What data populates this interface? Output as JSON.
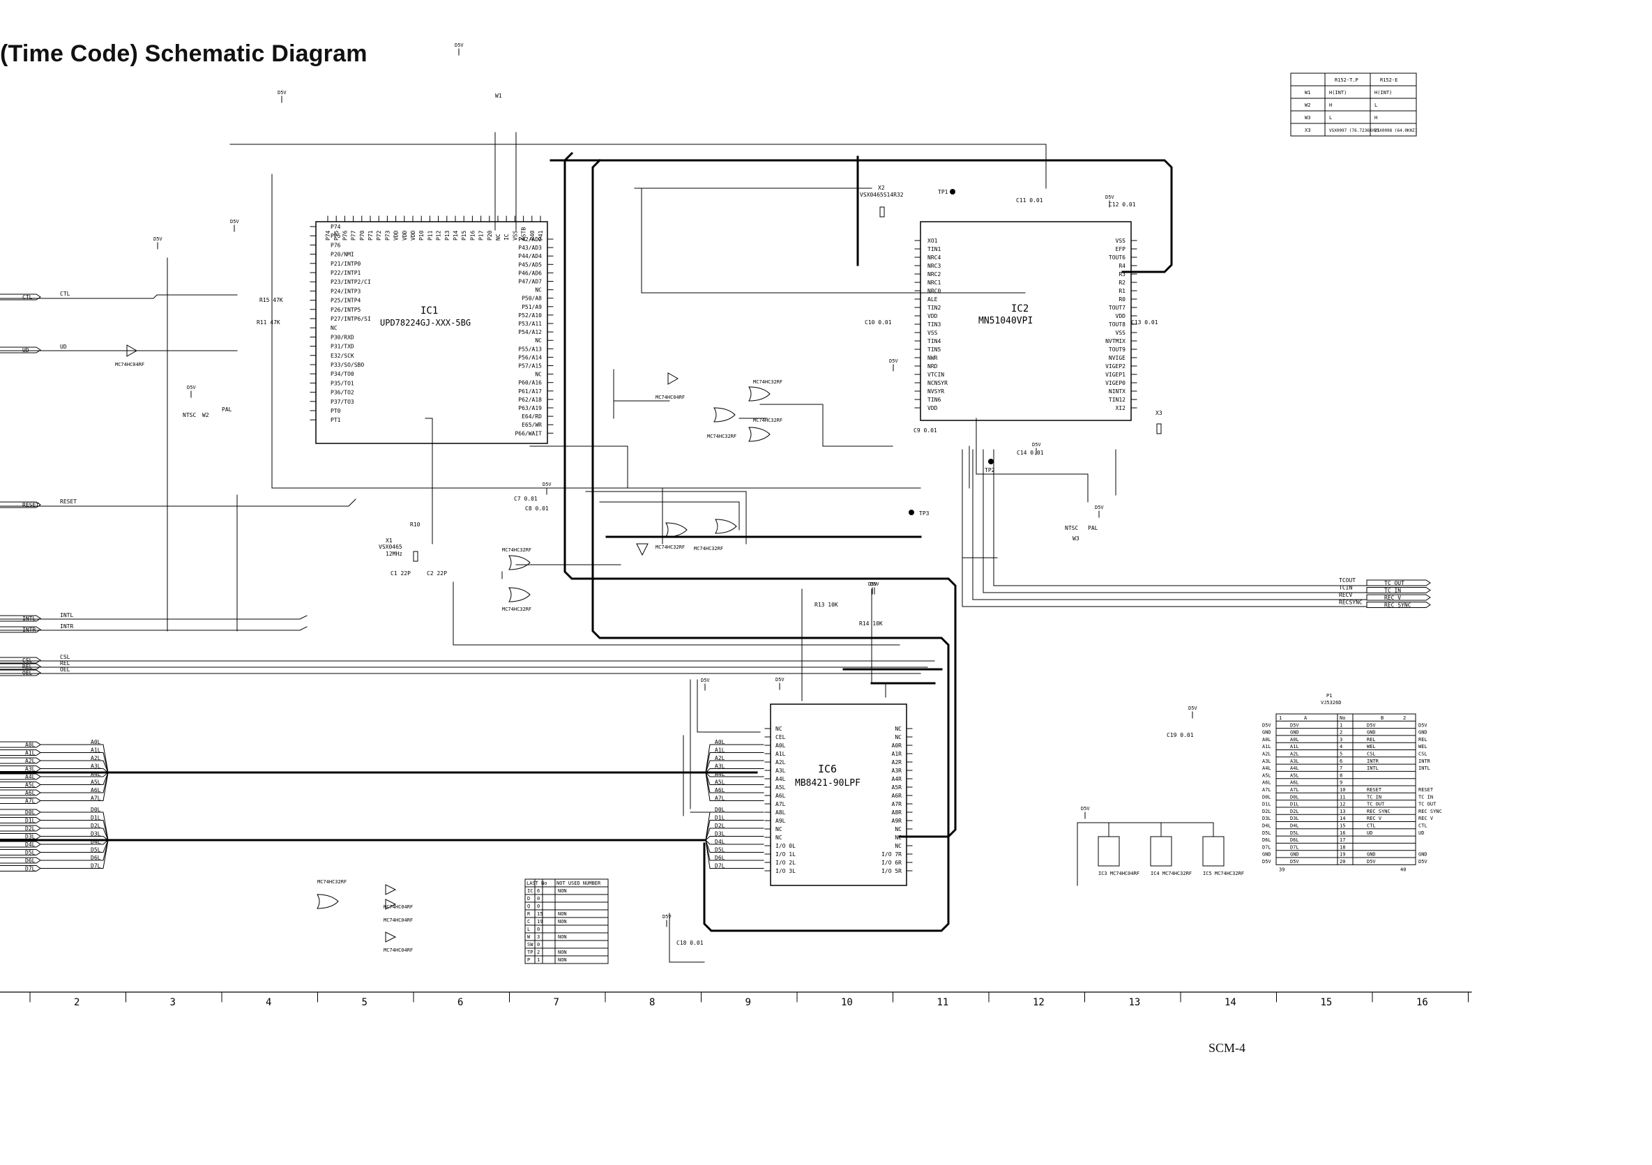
{
  "title": "(Time Code) Schematic Diagram",
  "page_code": "SCM-4",
  "ics": {
    "ic1": {
      "ref": "IC1",
      "part": "UPD78224GJ-XXX-5BG"
    },
    "ic2": {
      "ref": "IC2",
      "part": "MN51040VPI"
    },
    "ic6": {
      "ref": "IC6",
      "part": "MB8421-90LPF"
    },
    "ic3": {
      "ref": "IC3",
      "part": "MC74HC04RF"
    },
    "ic4": {
      "ref": "IC4",
      "part": "MC74HC32RF"
    },
    "ic5": {
      "ref": "IC5",
      "part": "MC74HC32RF"
    }
  },
  "left_signals": [
    "CTL",
    "UD",
    "RESET",
    "INTL",
    "INTR",
    "CSL",
    "REL",
    "OEL"
  ],
  "address_bus": [
    "A0L",
    "A1L",
    "A2L",
    "A3L",
    "A4L",
    "A5L",
    "A6L",
    "A7L"
  ],
  "data_bus": [
    "D0L",
    "D1L",
    "D2L",
    "D3L",
    "D4L",
    "D5L",
    "D6L",
    "D7L"
  ],
  "right_signals": [
    "TC OUT",
    "TC IN",
    "REC V",
    "REC SYNC"
  ],
  "right_net_labels": [
    "TCOUT",
    "TCIN",
    "RECV",
    "RECSYNC"
  ],
  "power_label": "D5V",
  "crystals": {
    "x1": {
      "ref": "X1",
      "part": "VSX0465",
      "freq": "12MHz"
    },
    "x2": {
      "ref": "X2",
      "part": "VSX0465S14R32"
    },
    "x3": {
      "ref": "X3"
    }
  },
  "test_points": [
    "TP1",
    "TP2",
    "TP3"
  ],
  "caps": [
    "C1 22P",
    "C2 22P",
    "C7 0.01",
    "C8 0.01",
    "C9 0.01",
    "C10 0.01",
    "C11 0.01",
    "C12 0.01",
    "C13 0.01",
    "C14 0.01",
    "C18 0.01",
    "C19 0.01"
  ],
  "resistors": [
    "R13 10K",
    "R14 10K",
    "R10",
    "R11 47K",
    "R15 47K"
  ],
  "ic1_pins_top": [
    "P74",
    "P75",
    "P76",
    "P77",
    "P70",
    "P71",
    "P72",
    "P73",
    "VDD",
    "VDD",
    "VDD",
    "P10",
    "P11",
    "P12",
    "P13",
    "P14",
    "P15",
    "P16",
    "P17",
    "P20",
    "NC",
    "IC",
    "VSS",
    "ASTB",
    "P40",
    "P41"
  ],
  "ic1_pins_left": [
    "P74",
    "P75",
    "P76",
    "P20/NMI",
    "P21/INTP0",
    "P22/INTP1",
    "P23/INTP2/CI",
    "P24/INTP3",
    "P25/INTP4",
    "P26/INTP5",
    "P27/INTP6/SI",
    "NC",
    "P30/RXD",
    "P31/TXD",
    "E32/SCK",
    "P33/SO/SBO",
    "P34/TO0",
    "P35/TO1",
    "P36/TO2",
    "P37/TO3",
    "PT0",
    "PT1"
  ],
  "ic1_pins_right": [
    "P42/AD2",
    "P43/AD3",
    "P44/AD4",
    "P45/AD5",
    "P46/AD6",
    "P47/AD7",
    "NC",
    "P50/A8",
    "P51/A9",
    "P52/A10",
    "P53/A11",
    "P54/A12",
    "NC",
    "P55/A13",
    "P56/A14",
    "P57/A15",
    "NC",
    "P60/A16",
    "P61/A17",
    "P62/A18",
    "P63/A19",
    "E64/RD",
    "E65/WR",
    "P66/WAIT"
  ],
  "ic2_pins_left": [
    "XO1",
    "TIN1",
    "NRC4",
    "NRC3",
    "NRC2",
    "NRC1",
    "NRC0",
    "ALE",
    "TIN2",
    "VDD",
    "TIN3",
    "VSS",
    "TIN4",
    "TIN5",
    "NWR",
    "NRD",
    "VTCIN",
    "NCNSYR",
    "NVSYR",
    "TIN6",
    "VDD"
  ],
  "ic2_pins_right": [
    "VSS",
    "EFP",
    "TOUT6",
    "R4",
    "R3",
    "R2",
    "R1",
    "R0",
    "TOUT7",
    "VDD",
    "TOUT8",
    "VSS",
    "NVTMIX",
    "TOUT9",
    "NVIGE",
    "VIGEP2",
    "VIGEP1",
    "VIGEP0",
    "NINTX",
    "TIN12",
    "XI2"
  ],
  "ic6_pins_left": [
    "NC",
    "CEL",
    "A0L",
    "A1L",
    "A2L",
    "A3L",
    "A4L",
    "A5L",
    "A6L",
    "A7L",
    "A8L",
    "A9L",
    "NC",
    "NC",
    "I/O 0L",
    "I/O 1L",
    "I/O 2L",
    "I/O 3L"
  ],
  "ic6_pins_right": [
    "NC",
    "NC",
    "A0R",
    "A1R",
    "A2R",
    "A3R",
    "A4R",
    "A5R",
    "A6R",
    "A7R",
    "A8R",
    "A9R",
    "NC",
    "NC",
    "NC",
    "I/O 7R",
    "I/O 6R",
    "I/O 5R"
  ],
  "last_no_table": {
    "headers": [
      "LAST No",
      "NOT USED NUMBER"
    ],
    "rows": [
      [
        "IC",
        "6",
        "NON"
      ],
      [
        "D",
        "0",
        ""
      ],
      [
        "Q",
        "0",
        ""
      ],
      [
        "R",
        "15",
        "NON"
      ],
      [
        "C",
        "19",
        "NON"
      ],
      [
        "L",
        "0",
        ""
      ],
      [
        "W",
        "3",
        "NON"
      ],
      [
        "SW",
        "0",
        ""
      ],
      [
        "TP",
        "2",
        "NON"
      ],
      [
        "P",
        "1",
        "NON"
      ]
    ]
  },
  "option_table": {
    "headers": [
      "",
      "R152-T.P",
      "R152-E"
    ],
    "rows": [
      [
        "W1",
        "H(INT)",
        "H(INT)"
      ],
      [
        "W2",
        "H",
        "L"
      ],
      [
        "W3",
        "L",
        "H"
      ],
      [
        "X3",
        "VSX0097 (76.7236KHZ)",
        "VSX0098 (64.0KHZ)"
      ]
    ]
  },
  "connector": {
    "ref": "P1",
    "part": "VJ5326D",
    "headers": [
      "A",
      "No",
      "B"
    ],
    "rows": [
      [
        "D5V",
        "1",
        "D5V"
      ],
      [
        "GND",
        "2",
        "GND"
      ],
      [
        "A0L",
        "3",
        "REL"
      ],
      [
        "A1L",
        "4",
        "WEL"
      ],
      [
        "A2L",
        "5",
        "CSL"
      ],
      [
        "A3L",
        "6",
        "INTR"
      ],
      [
        "A4L",
        "7",
        "INTL"
      ],
      [
        "A5L",
        "8",
        ""
      ],
      [
        "A6L",
        "9",
        ""
      ],
      [
        "A7L",
        "10",
        "RESET"
      ],
      [
        "D0L",
        "11",
        "TC IN"
      ],
      [
        "D1L",
        "12",
        "TC OUT"
      ],
      [
        "D2L",
        "13",
        "REC SYNC"
      ],
      [
        "D3L",
        "14",
        "REC V"
      ],
      [
        "D4L",
        "15",
        "CTL"
      ],
      [
        "D5L",
        "16",
        "UD"
      ],
      [
        "D6L",
        "17",
        ""
      ],
      [
        "D7L",
        "18",
        ""
      ],
      [
        "GND",
        "19",
        "GND"
      ],
      [
        "D5V",
        "20",
        "D5V"
      ]
    ],
    "corner_labels": [
      "1",
      "2",
      "39",
      "40"
    ]
  },
  "bypass_ics": [
    "IC3 MC74HC04RF",
    "IC4 MC74HC32RF",
    "IC5 MC74HC32RF"
  ],
  "grid_columns": [
    "2",
    "3",
    "4",
    "5",
    "6",
    "7",
    "8",
    "9",
    "10",
    "11",
    "12",
    "13",
    "14",
    "15",
    "16"
  ],
  "switches": [
    "W1",
    "W2",
    "W3"
  ],
  "switch_labels": [
    "NTSC",
    "PAL"
  ]
}
